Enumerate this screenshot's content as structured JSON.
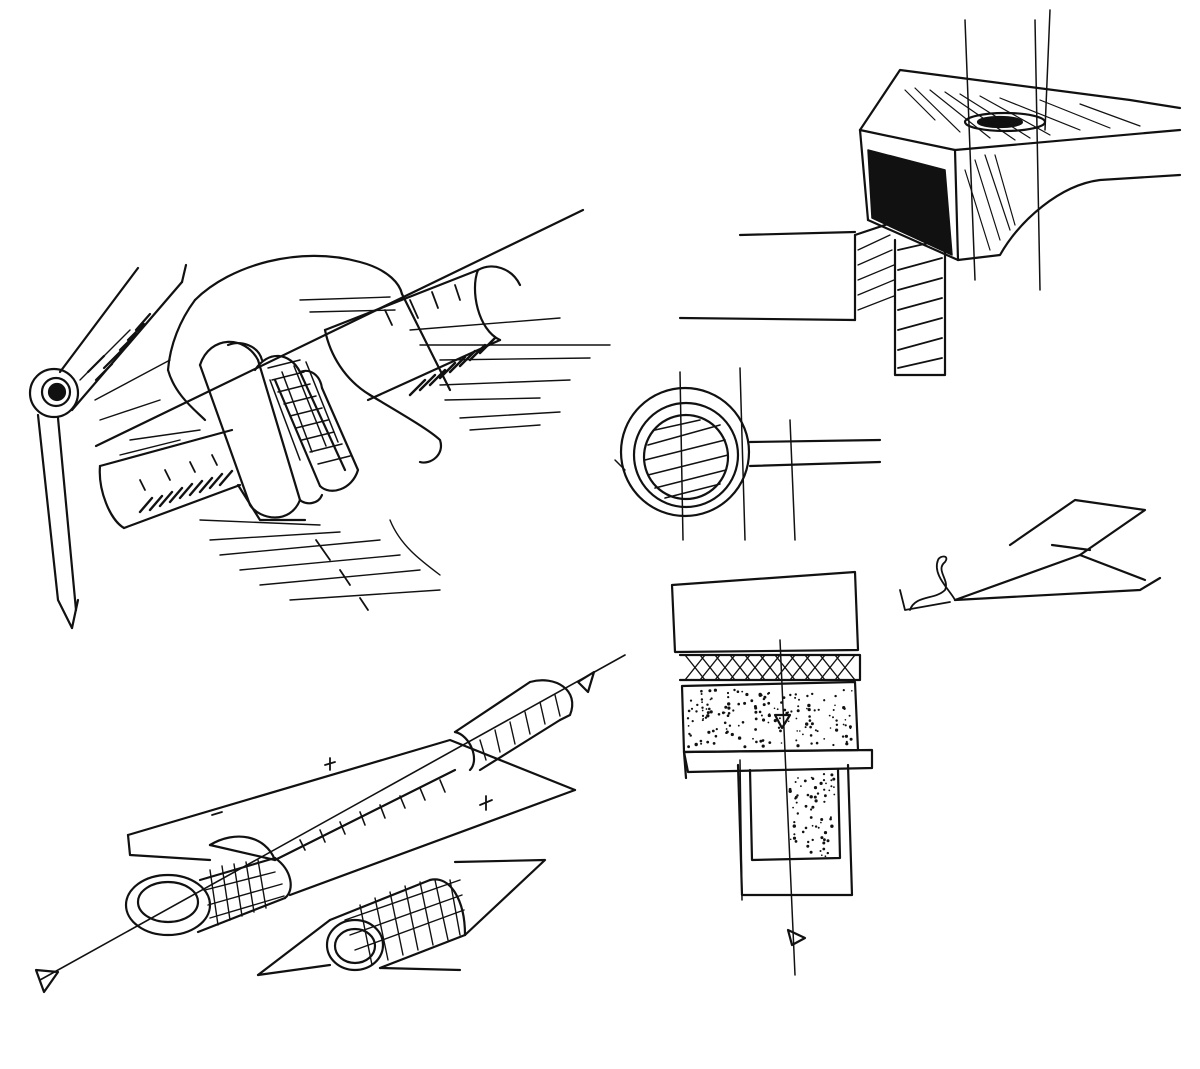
{
  "sheet": {
    "paper": "#ffffff",
    "ink": "#111111"
  },
  "sketches": [
    {
      "id": "hand-gripping-rail",
      "icon": "hand-on-handrail"
    },
    {
      "id": "rail-bracket-block",
      "icon": "bracket-block"
    },
    {
      "id": "rail-section-circle",
      "icon": "rail-cross-section"
    },
    {
      "id": "flat-bar-tail",
      "icon": "flat-bar"
    },
    {
      "id": "knuckle-hinge-tubes",
      "icon": "hinge-knuckles"
    },
    {
      "id": "layered-section",
      "icon": "layered-material-section"
    }
  ]
}
